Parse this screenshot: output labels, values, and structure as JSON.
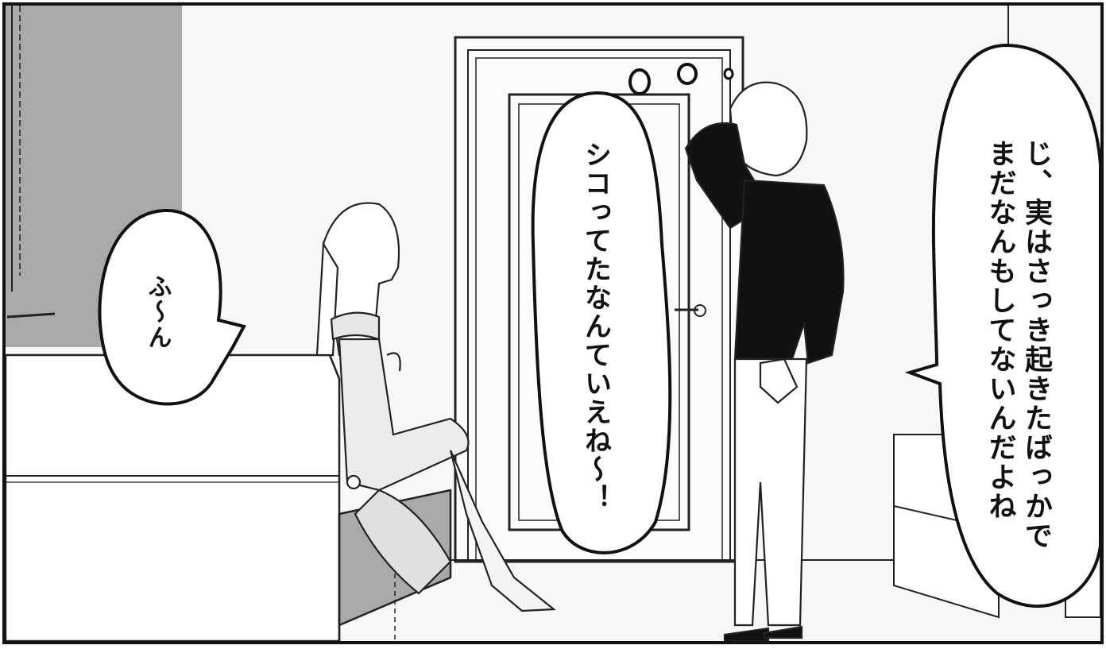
{
  "scene": {
    "description_type": "manga-panel",
    "colors": {
      "ink": "#111111",
      "wall": "#f7f7f7",
      "shade": "#a9a9a9"
    }
  },
  "dialogue": {
    "left_bubble": "ふ～ん",
    "middle_thought": "シコってたなんていえね～！",
    "right_bubble_line1": "じ、実はさっき起きたばっかで",
    "right_bubble_line2": "まだなんもしてないんだよね"
  }
}
